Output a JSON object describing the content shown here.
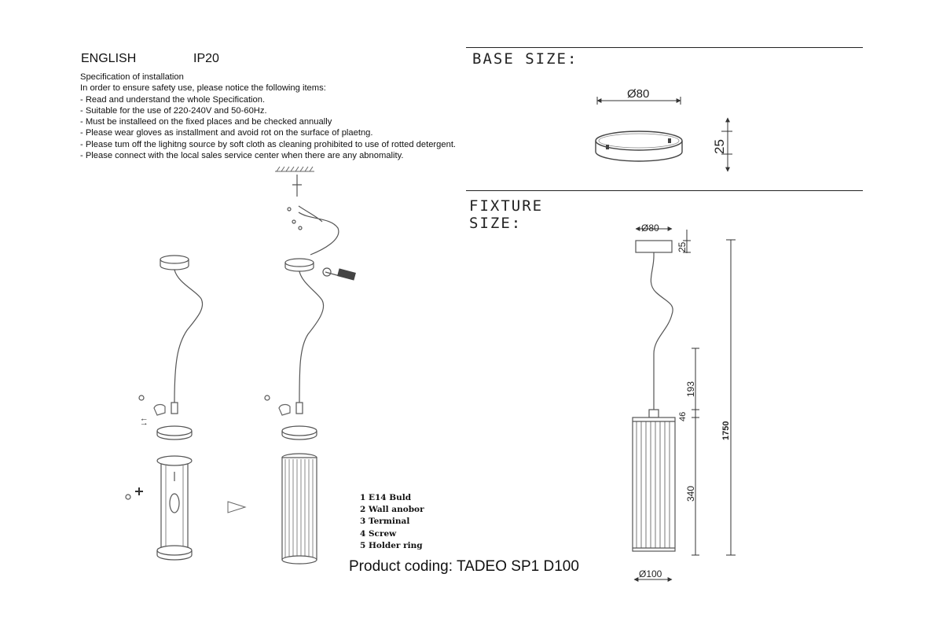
{
  "header": {
    "language": "ENGLISH",
    "ip_rating": "IP20"
  },
  "specification": {
    "title": "Specification of installation",
    "intro": "In order to ensure safety use, please notice the following items:",
    "items": [
      "- Read and understand the whole Specification.",
      "- Suitable for the use of 220-240V and 50-60Hz.",
      "- Must be installeed on the fixed places and be checked annually",
      "- Please wear gloves as installment and avoid rot on the surface of plaetng.",
      "- Please tum off the lighitng source by soft cloth as cleaning prohibited to use of rotted detergent.",
      "- Please connect with the local sales service center when there are any abnomality."
    ]
  },
  "base_size": {
    "title": "BASE SIZE:",
    "diameter_label": "Ø80",
    "height_label": "25"
  },
  "fixture_size": {
    "title_line1": "FIXTURE",
    "title_line2": "SIZE:",
    "top_diameter_label": "Ø80",
    "base_height_label": "25",
    "total_height_label": "1750",
    "upper_label": "193",
    "terminal_label": "46",
    "shade_label": "340",
    "bottom_diameter_label": "Ø100"
  },
  "legend": {
    "items": [
      "1 E14 Buld",
      "2 Wall anobor",
      "3 Terminal",
      "4 Screw",
      "5 Holder ring"
    ]
  },
  "product_coding": "Product coding: TADEO SP1 D100",
  "colors": {
    "line": "#222222",
    "drawing": "#555555",
    "shade": "#8a8a8a",
    "text": "#111111"
  }
}
